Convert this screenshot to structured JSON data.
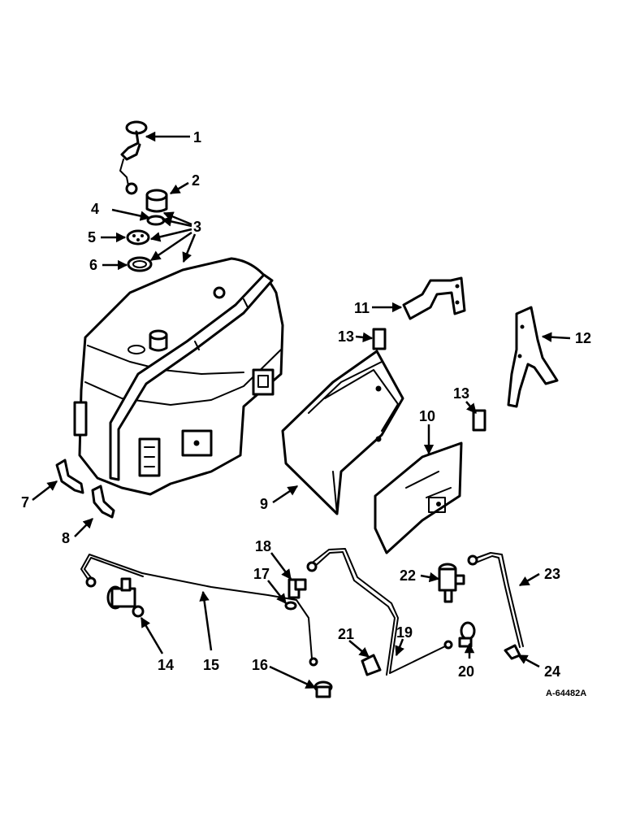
{
  "callouts": [
    {
      "id": "1",
      "label": "1"
    },
    {
      "id": "2",
      "label": "2"
    },
    {
      "id": "3",
      "label": "3"
    },
    {
      "id": "4",
      "label": "4"
    },
    {
      "id": "5",
      "label": "5"
    },
    {
      "id": "6",
      "label": "6"
    },
    {
      "id": "7",
      "label": "7"
    },
    {
      "id": "8",
      "label": "8"
    },
    {
      "id": "9",
      "label": "9"
    },
    {
      "id": "10",
      "label": "10"
    },
    {
      "id": "11",
      "label": "11"
    },
    {
      "id": "12",
      "label": "12"
    },
    {
      "id": "13a",
      "label": "13"
    },
    {
      "id": "13b",
      "label": "13"
    },
    {
      "id": "14",
      "label": "14"
    },
    {
      "id": "15",
      "label": "15"
    },
    {
      "id": "16",
      "label": "16"
    },
    {
      "id": "17",
      "label": "17"
    },
    {
      "id": "18",
      "label": "18"
    },
    {
      "id": "19",
      "label": "19"
    },
    {
      "id": "20",
      "label": "20"
    },
    {
      "id": "21",
      "label": "21"
    },
    {
      "id": "22",
      "label": "22"
    },
    {
      "id": "23",
      "label": "23"
    },
    {
      "id": "24",
      "label": "24"
    }
  ],
  "drawing_ref": "A-64482A",
  "colors": {
    "ink": "#000000",
    "paper": "#ffffff"
  }
}
